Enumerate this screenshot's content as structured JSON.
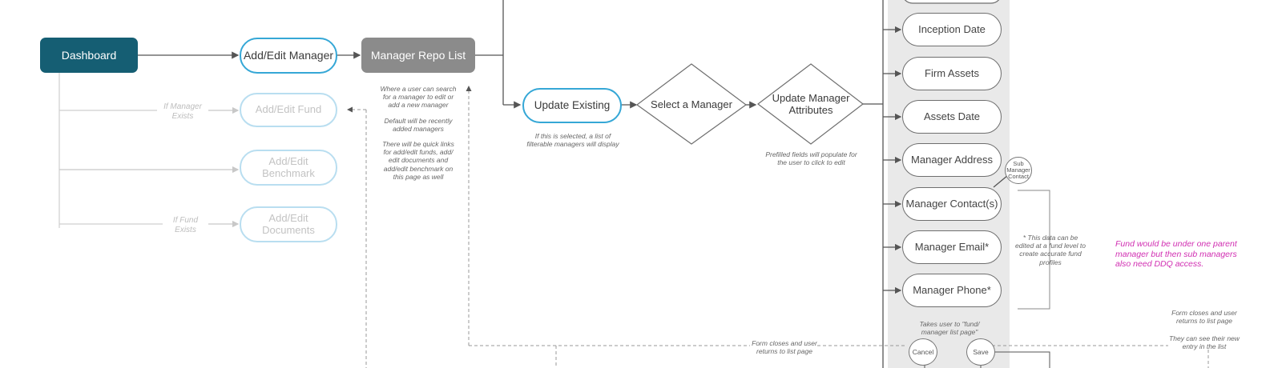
{
  "nodes": {
    "dashboard": "Dashboard",
    "add_edit_manager": "Add/Edit Manager",
    "manager_repo_list": "Manager Repo List",
    "add_edit_fund": "Add/Edit Fund",
    "add_edit_benchmark": "Add/Edit Benchmark",
    "add_edit_documents": "Add/Edit Documents",
    "update_existing": "Update Existing",
    "select_a_manager": "Select a Manager",
    "update_manager_attributes": "Update Manager Attributes"
  },
  "fields": [
    "Inception Date",
    "Firm Assets",
    "Assets Date",
    "Manager Address",
    "Manager Contact(s)",
    "Manager Email*",
    "Manager Phone*"
  ],
  "sub_manager_contact": "Sub Manager Contact",
  "buttons": {
    "cancel": "Cancel",
    "save": "Save"
  },
  "notes": {
    "if_manager_exists": "If Manager Exists",
    "if_fund_exists": "If Fund Exists",
    "repo_search": "Where a user can search for a manager to edit or add a new manager",
    "repo_default": "Default will be recently added managers",
    "repo_links": "There will be quick links for add/edit funds, add/ edit documents and add/edit benchmark on this page as well",
    "update_existing": "If this is selected, a list of filterable managers will display",
    "prefilled": "Prefilled fields will populate for the user to click to edit",
    "fund_level": "* This data can be edited at a fund level to create accurate fund profiles",
    "takes_user": "Takes user to \"fund/ manager list page\"",
    "form_closes_left": "Form closes and user returns to list page",
    "form_closes_right": "Form closes and user returns to list page",
    "see_entry": "They can see their new entry in the list"
  },
  "annotation_pink": "Fund would be under one parent manager but then sub managers also need DDQ access.",
  "colors": {
    "dashboard_bg": "#155e73",
    "repo_bg": "#8b8b8b",
    "outline_blue": "#35a7d6",
    "faded_blue": "#b9def0",
    "panel_gray": "#e9e9e9",
    "annotation_pink": "#d12fb2"
  }
}
